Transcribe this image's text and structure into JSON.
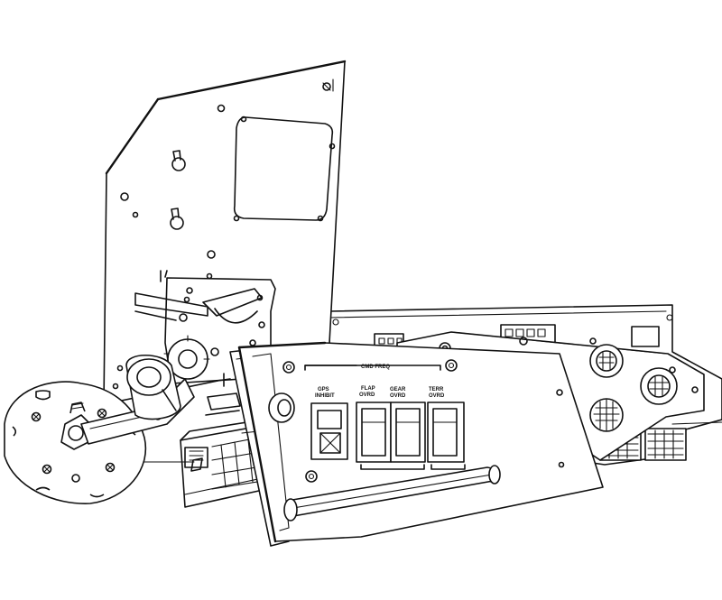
{
  "panel_labels": {
    "title": "CMD FREQ",
    "switch_1": [
      "GPS",
      "INHIBIT"
    ],
    "switch_2": [
      "FLAP",
      "OVRD"
    ],
    "switch_3": [
      "GEAR",
      "OVRD"
    ],
    "switch_4": [
      "TERR",
      "OVRD"
    ]
  },
  "colors": {
    "ink": "#111111",
    "paper": "#ffffff"
  }
}
